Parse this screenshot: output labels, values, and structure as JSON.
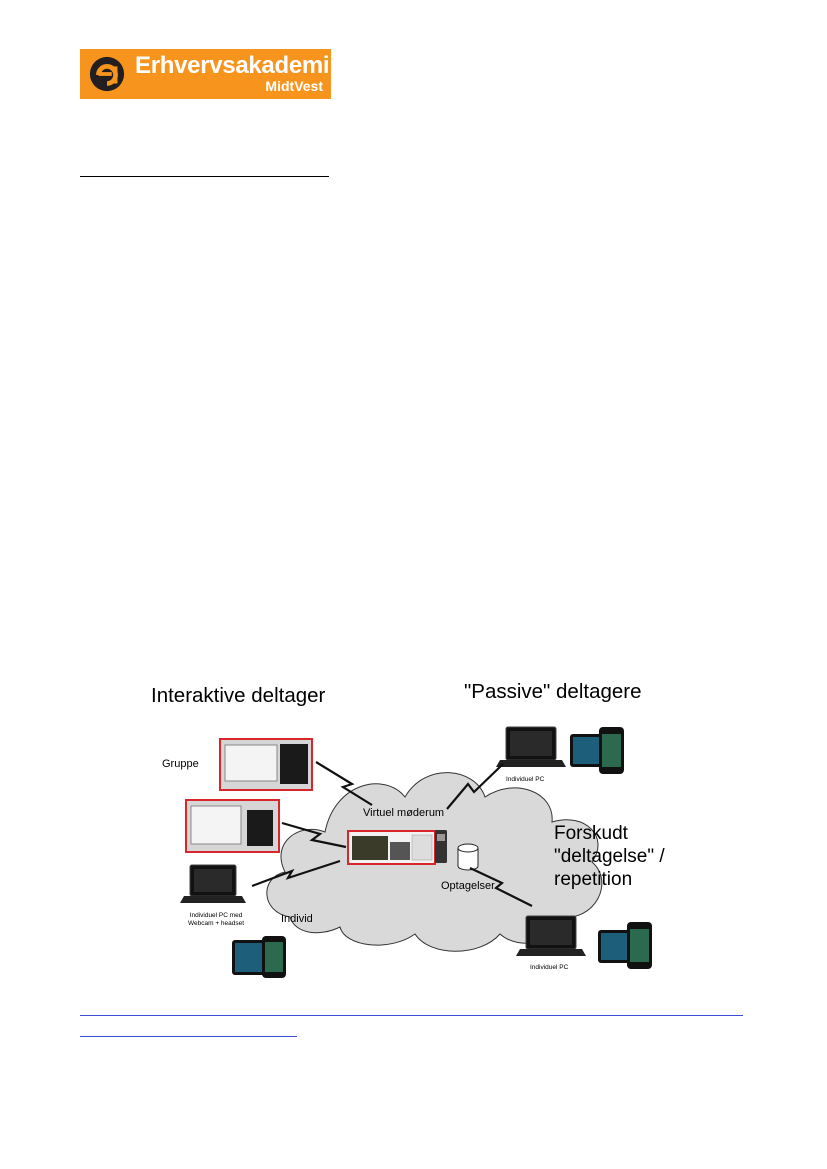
{
  "header": {
    "logo_title": "Erhvervsakademi",
    "logo_subtitle": "MidtVest",
    "brand_color": "#f7941d"
  },
  "figure": {
    "heading_interactive": "Interaktive deltager",
    "heading_passive": "\"Passive\" deltagere",
    "label_group": "Gruppe",
    "label_virtual_room": "Virtuel møderum",
    "label_recordings": "Optagelser",
    "label_individual": "Individ",
    "label_pc_top": "Individuel PC",
    "label_pc_webcam": "Individuel PC med\nWebcam + headset",
    "label_pc_bottom": "Individuel PC",
    "forskudt": [
      "Forskudt",
      "\"deltagelse\" /",
      "repetition"
    ],
    "cloud_color": "#d9d9d9",
    "frame_color": "#d9262c"
  },
  "footer": {
    "link_color": "#3b4fd1"
  }
}
